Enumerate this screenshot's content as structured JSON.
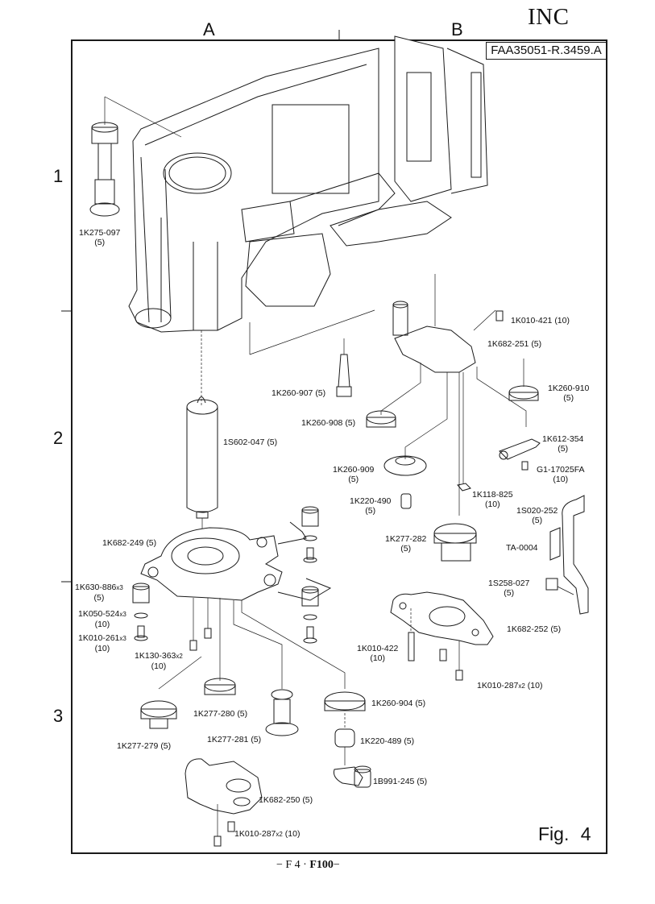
{
  "header": {
    "corner_mark": "INC",
    "document_code": "FAA35051-R.3459.A",
    "columns": [
      "A",
      "B"
    ],
    "rows": [
      "1",
      "2",
      "3"
    ]
  },
  "figure_label": "Fig. 4",
  "footer": {
    "page_prefix": "− F 4 ·",
    "model": "F100",
    "page_suffix": "−"
  },
  "parts": [
    {
      "part_no": "1K275-097",
      "qty": "(5)"
    },
    {
      "part_no": "1K010-421",
      "qty": "(10)"
    },
    {
      "part_no": "1K682-251",
      "qty": "(5)"
    },
    {
      "part_no": "1K260-907",
      "qty": "(5)"
    },
    {
      "part_no": "1K260-910",
      "qty": "(5)"
    },
    {
      "part_no": "1K260-908",
      "qty": "(5)"
    },
    {
      "part_no": "1S602-047",
      "qty": "(5)"
    },
    {
      "part_no": "1K612-354",
      "qty": "(5)"
    },
    {
      "part_no": "1K260-909",
      "qty": "(5)"
    },
    {
      "part_no": "G1-17025FA",
      "qty": "(10)"
    },
    {
      "part_no": "1K118-825",
      "qty": "(10)"
    },
    {
      "part_no": "1K220-490",
      "qty": "(5)"
    },
    {
      "part_no": "1S020-252",
      "qty": "(5)"
    },
    {
      "part_no": "1K682-249",
      "qty": "(5)"
    },
    {
      "part_no": "1K277-282",
      "qty": "(5)"
    },
    {
      "part_no": "TA-0004",
      "qty": ""
    },
    {
      "part_no": "1K630-886",
      "mult": "x3",
      "qty": "(5)"
    },
    {
      "part_no": "1S258-027",
      "qty": "(5)"
    },
    {
      "part_no": "1K050-524",
      "mult": "x3",
      "qty": "(10)"
    },
    {
      "part_no": "1K682-252",
      "qty": "(5)"
    },
    {
      "part_no": "1K010-261",
      "mult": "x3",
      "qty": "(10)"
    },
    {
      "part_no": "1K010-422",
      "qty": "(10)"
    },
    {
      "part_no": "1K130-363",
      "mult": "x2",
      "qty": "(10)"
    },
    {
      "part_no": "1K010-287",
      "mult": "x2",
      "qty": "(10)"
    },
    {
      "part_no": "1K277-280",
      "qty": "(5)"
    },
    {
      "part_no": "1K260-904",
      "qty": "(5)"
    },
    {
      "part_no": "1K277-281",
      "qty": "(5)"
    },
    {
      "part_no": "1K220-489",
      "qty": "(5)"
    },
    {
      "part_no": "1K277-279",
      "qty": "(5)"
    },
    {
      "part_no": "1B991-245",
      "qty": "(5)"
    },
    {
      "part_no": "1K682-250",
      "qty": "(5)"
    },
    {
      "part_no": "1K010-287",
      "mult": "x2",
      "qty": "(10)"
    }
  ]
}
